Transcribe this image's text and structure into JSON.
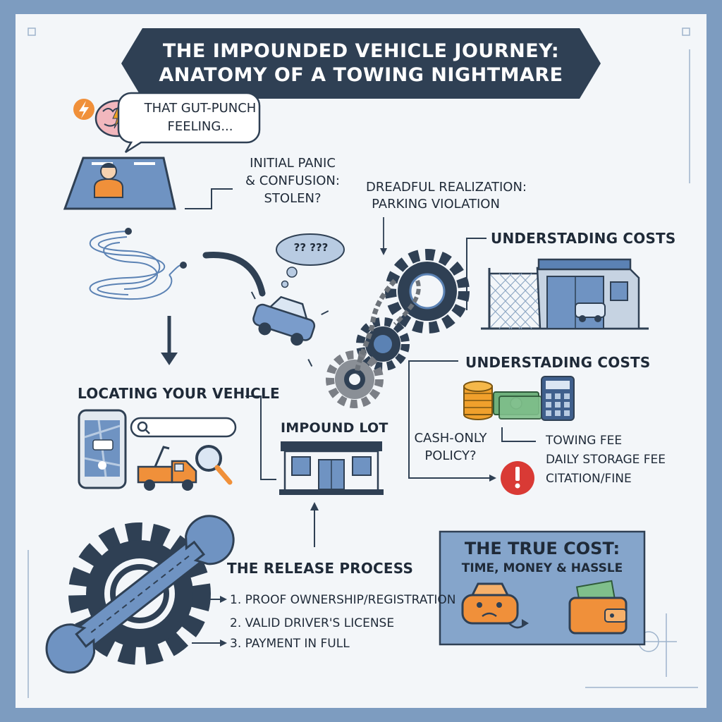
{
  "title": {
    "line1": "THE IMPOUNDED VEHICLE JOURNEY:",
    "line2": "ANATOMY OF A TOWING NIGHTMARE"
  },
  "feeling": {
    "bubble_line1": "THAT GUT-PUNCH",
    "bubble_line2": "FEELING..."
  },
  "panic": {
    "line1": "INITIAL PANIC",
    "line2": "& CONFUSION:",
    "line3": "STOLEN?"
  },
  "thought_bubble": "?? ???",
  "realization": {
    "line1": "DREADFUL REALIZATION:",
    "line2": "PARKING VIOLATION"
  },
  "costs_heading_1": "UNDERSTADING COSTS",
  "costs_heading_2": "UNDERSTADING COSTS",
  "cash_policy": {
    "line1": "CASH-ONLY",
    "line2": "POLICY?"
  },
  "fees": [
    "TOWING FEE",
    "DAILY STORAGE FEE",
    "CITATION/FINE"
  ],
  "locating_heading": "LOCATING YOUR VEHICLE",
  "impound_lot": "IMPOUND LOT",
  "release": {
    "heading": "THE RELEASE PROCESS",
    "steps": [
      "1. PROOF OWNERSHIP/REGISTRATION",
      "2. VALID DRIVER'S LICENSE",
      "3. PAYMENT IN FULL"
    ]
  },
  "true_cost": {
    "line1": "THE TRUE COST:",
    "line2": "TIME, MONEY & HASSLE"
  },
  "colors": {
    "navy": "#2f4054",
    "steel_blue": "#5b82b4",
    "orange": "#f0903a",
    "background": "#f3f6f9",
    "border": "#7d9cc0",
    "alert_red": "#d93a35"
  },
  "icons": [
    "lightning-icon",
    "brain-icon",
    "person-icon",
    "spiral-path-icon",
    "car-icon",
    "gear-chain-icon",
    "impound-yard-icon",
    "money-icon",
    "calculator-icon",
    "alert-icon",
    "phone-map-icon",
    "search-icon",
    "tow-truck-icon",
    "magnifier-icon",
    "building-icon",
    "wrench-gear-icon",
    "sad-car-icon",
    "wallet-icon"
  ]
}
